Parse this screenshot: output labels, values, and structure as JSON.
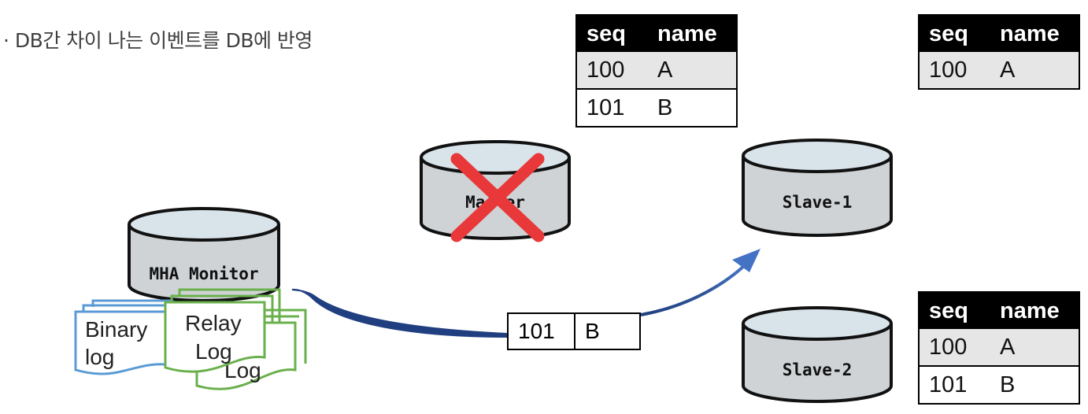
{
  "caption": "· DB간 차이 나는 이벤트를 DB에 반영",
  "databases": {
    "master": "Master",
    "slave1": "Slave-1",
    "slave2": "Slave-2",
    "monitor": "MHA Monitor"
  },
  "logs": {
    "binary": [
      "Binary",
      "log"
    ],
    "relay": [
      "Relay",
      "Log"
    ],
    "back": "Log"
  },
  "event_row": {
    "seq": "101",
    "name": "B"
  },
  "tables": {
    "master": {
      "headers": [
        "seq",
        "name"
      ],
      "rows": [
        [
          "100",
          "A"
        ],
        [
          "101",
          "B"
        ]
      ]
    },
    "slave1": {
      "headers": [
        "seq",
        "name"
      ],
      "rows": [
        [
          "100",
          "A"
        ]
      ]
    },
    "slave2": {
      "headers": [
        "seq",
        "name"
      ],
      "rows": [
        [
          "100",
          "A"
        ],
        [
          "101",
          "B"
        ]
      ]
    }
  },
  "colors": {
    "db_fill": "#cfd3d6",
    "db_top": "#d8e3ea",
    "cross": "#e8383a",
    "binary_log": "#5b9bd5",
    "relay_log": "#6ab04c",
    "arrow": "#2f5597"
  }
}
